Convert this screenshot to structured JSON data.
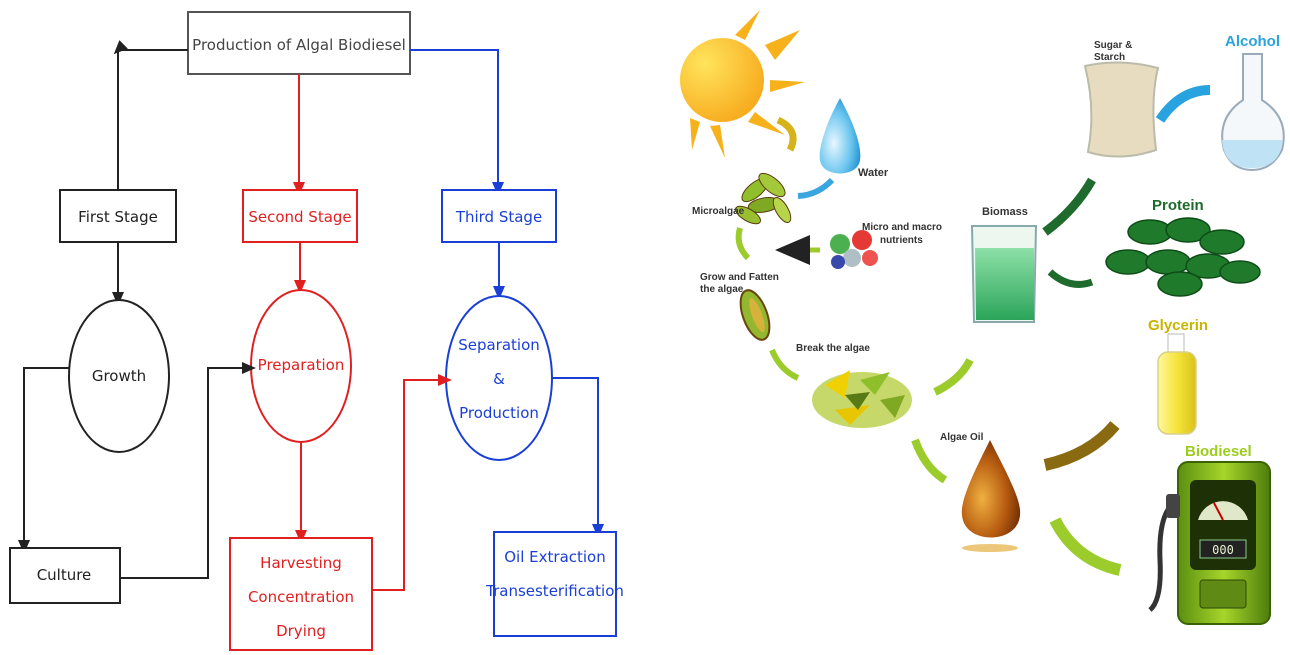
{
  "left_diagram": {
    "title": "Production of Algal Biodiesel",
    "stages": {
      "first": "First Stage",
      "second": "Second Stage",
      "third": "Third Stage"
    },
    "nodes": {
      "growth": "Growth",
      "culture": "Culture",
      "preparation": "Preparation",
      "harvesting": [
        "Harvesting",
        "Concentration",
        "Drying"
      ],
      "separation": [
        "Separation",
        "&",
        "Production"
      ],
      "oil_extraction": [
        "Oil Extraction",
        "Transesterification"
      ]
    },
    "colors": {
      "first": "#222222",
      "second": "#e02020",
      "third": "#1a3fd6"
    }
  },
  "right_diagram": {
    "labels": {
      "water": "Water",
      "microalgae": "Microalgae",
      "nutrients": [
        "Micro and macro",
        "nutrients"
      ],
      "grow": [
        "Grow and Fatten",
        "the algae"
      ],
      "break": "Break the algae",
      "biomass": "Biomass",
      "sugar": [
        "Sugar &",
        "Starch"
      ],
      "alcohol": "Alcohol",
      "protein": "Protein",
      "glycerin": "Glycerin",
      "algae_oil": "Algae Oil",
      "biodiesel": "Biodiesel",
      "pump_counter": "000"
    },
    "colors": {
      "alcohol": "#29a3e0",
      "protein": "#1d6b2a",
      "glycerin": "#c9b400",
      "biodiesel": "#9ccc1c",
      "arrow_light": "#9ccc2c",
      "arrow_dark": "#1f6b2e"
    }
  }
}
